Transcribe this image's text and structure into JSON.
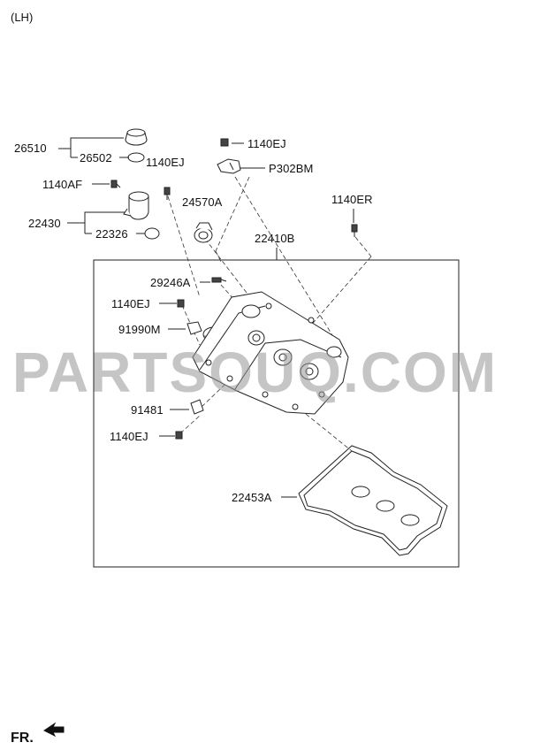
{
  "side_label": "(LH)",
  "watermark": "PARTSOUQ.COM",
  "direction": "FR.",
  "parts": {
    "p26510": "26510",
    "p26502": "26502",
    "p1140EJ_top": "1140EJ",
    "p1140EJ_left": "1140EJ",
    "p1140AF": "1140AF",
    "pP302BM": "P302BM",
    "p24570A": "24570A",
    "p1140ER": "1140ER",
    "p22430": "22430",
    "p22326": "22326",
    "p22410B": "22410B",
    "p29246A": "29246A",
    "p1140EJ_mid": "1140EJ",
    "p91990M": "91990M",
    "p91481": "91481",
    "p1140EJ_bottom": "1140EJ",
    "p22453A": "22453A"
  }
}
